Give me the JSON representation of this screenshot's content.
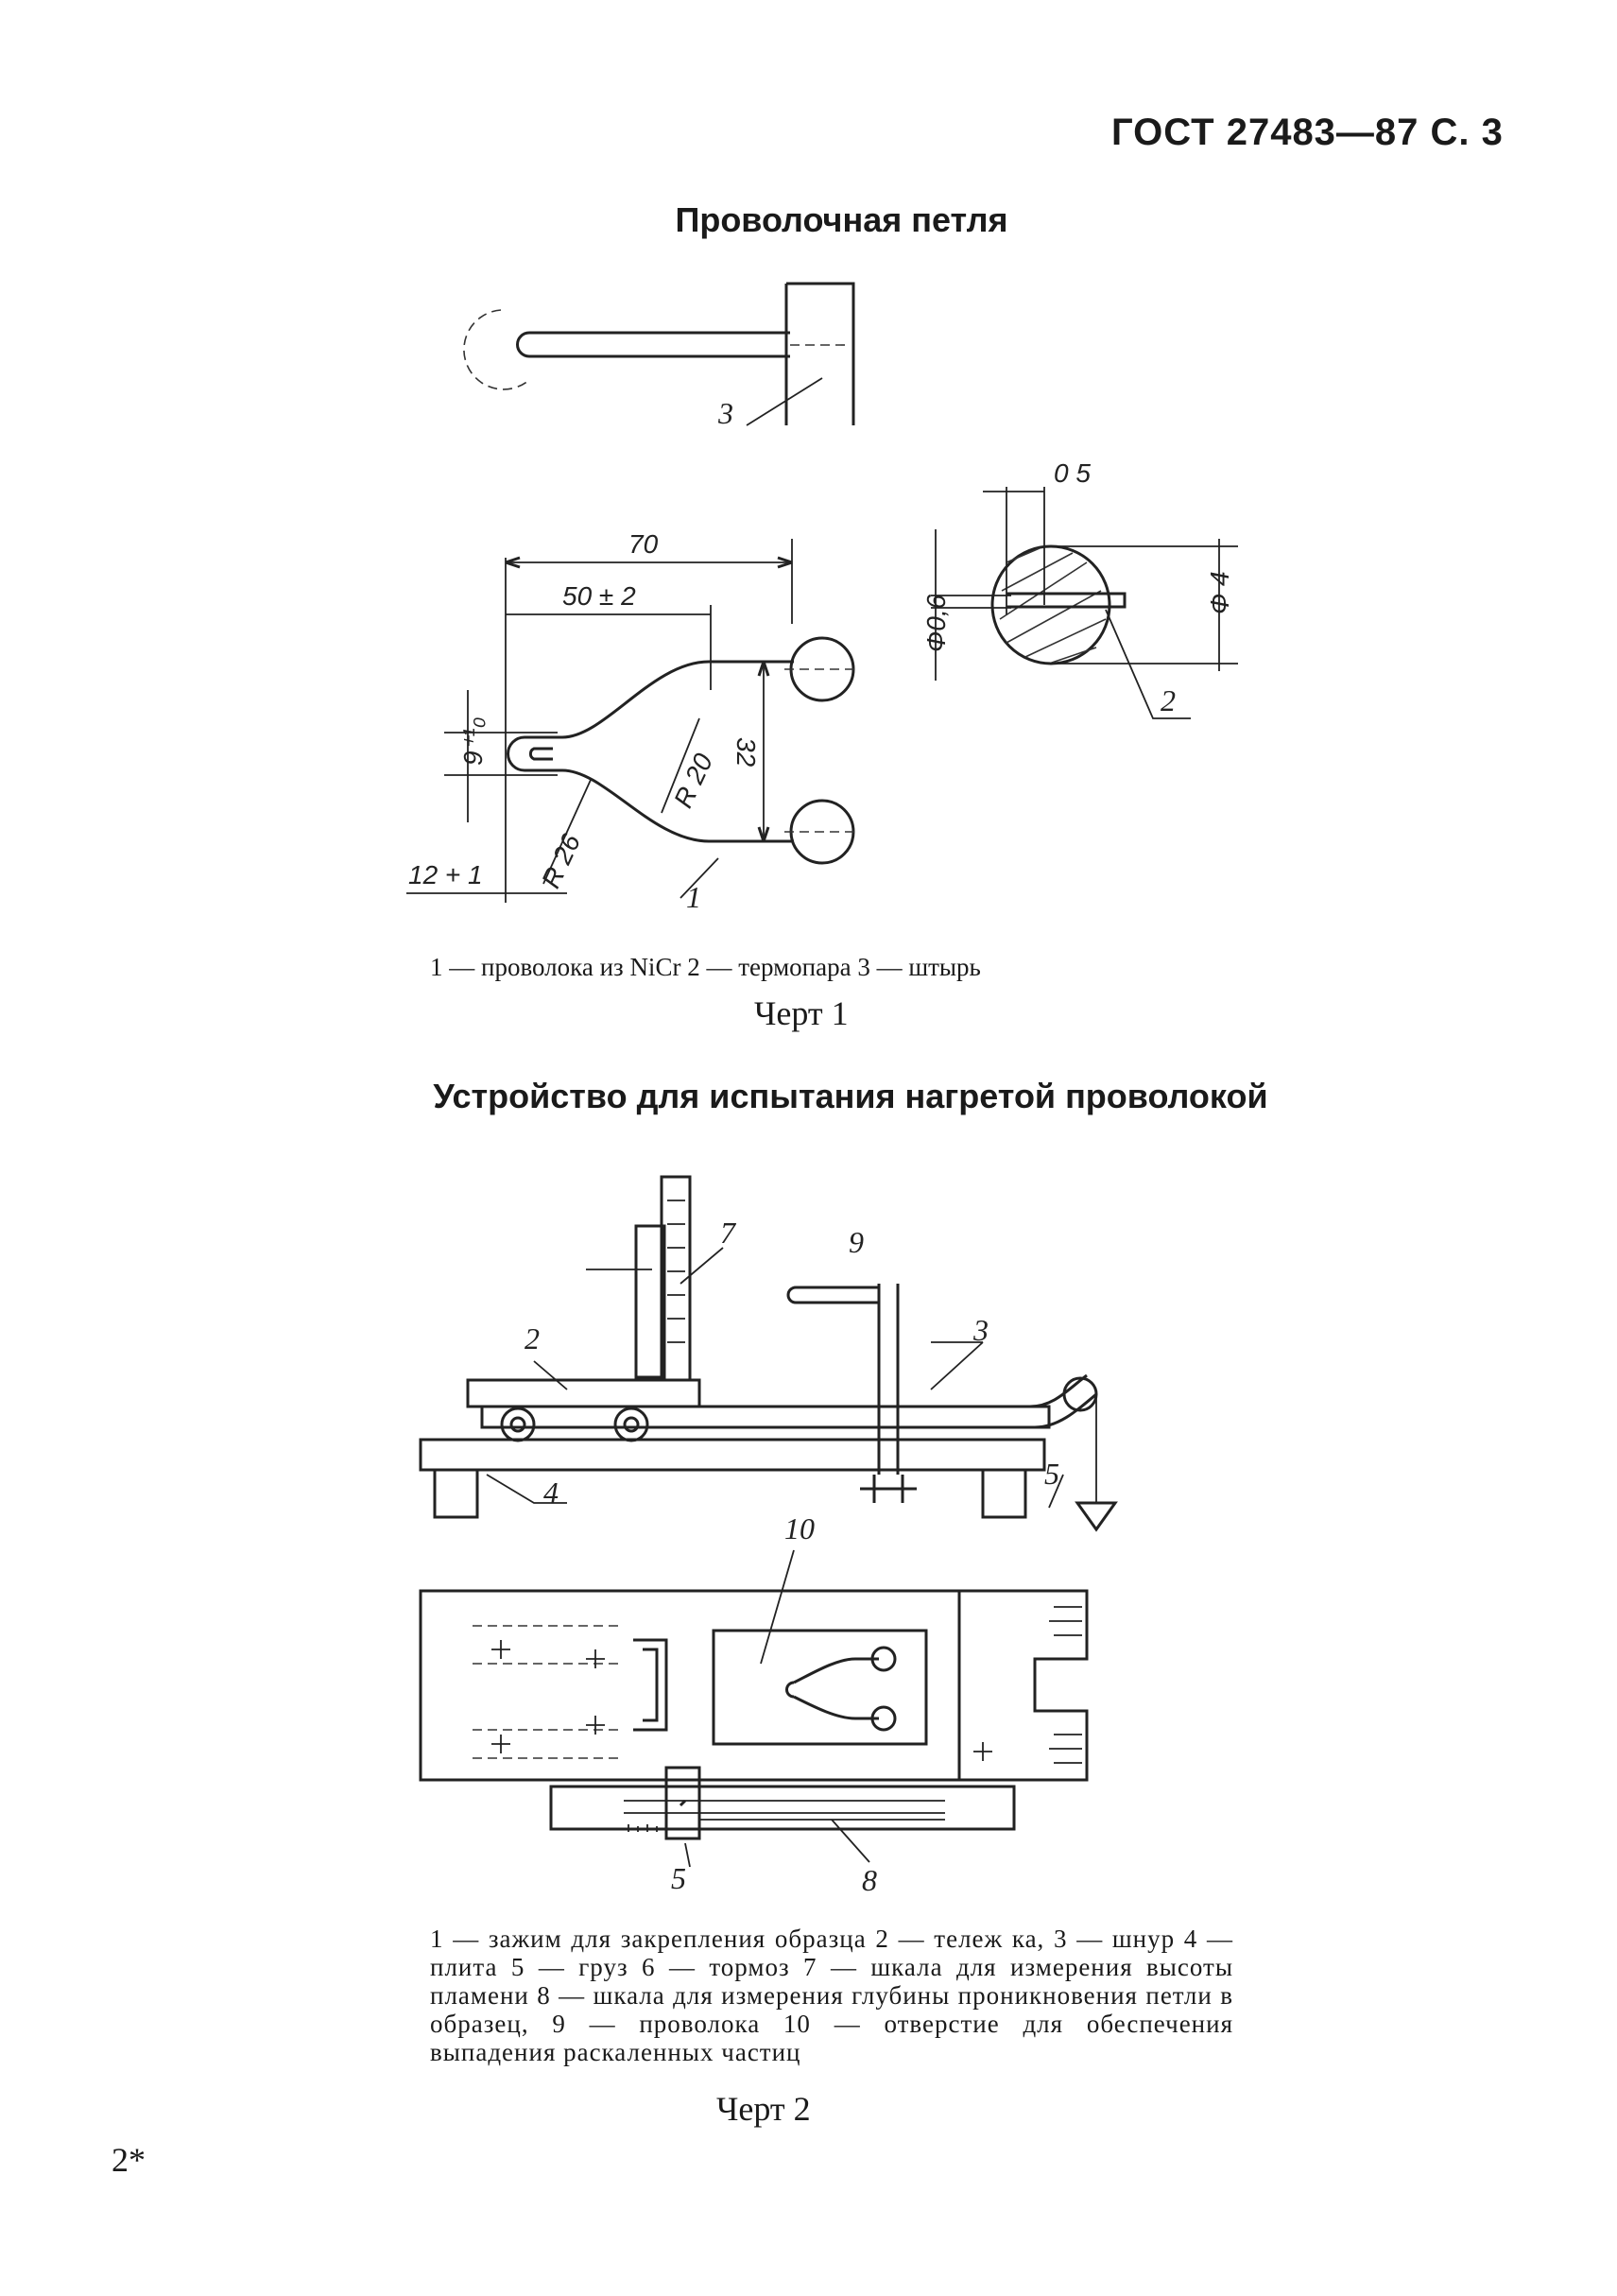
{
  "header": {
    "text": "ГОСТ 27483—87 С. 3"
  },
  "figure1": {
    "title": "Проволочная петля",
    "dims": [
      "70",
      "50 ± 2",
      "32",
      "R 20",
      "R 26",
      "9⁺¹₀",
      "12 + 1",
      "0 5",
      "Ф 4",
      "Ф0,6"
    ],
    "labels": [
      "1",
      "2",
      "3"
    ],
    "legend": "1 — проволока из NiCr  2 — термопара  3 — штырь",
    "chert": "Черт 1"
  },
  "figure2": {
    "title": "Устройство для испытания нагретой проволокой",
    "labels": [
      "2",
      "7",
      "9",
      "3",
      "4",
      "5",
      "10",
      "5",
      "8"
    ],
    "legend": "1 — зажим для закрепления образца 2 — тележ ка, 3 — шнур 4 — плита 5 — груз 6 — тормоз 7 — шкала для измерения высоты пламени 8 — шкала для измерения глубины проникновения петли в образец, 9 — проволока 10 — отверстие для обеспечения выпадения раскаленных частиц",
    "chert": "Черт 2"
  },
  "page_mark": "2*"
}
